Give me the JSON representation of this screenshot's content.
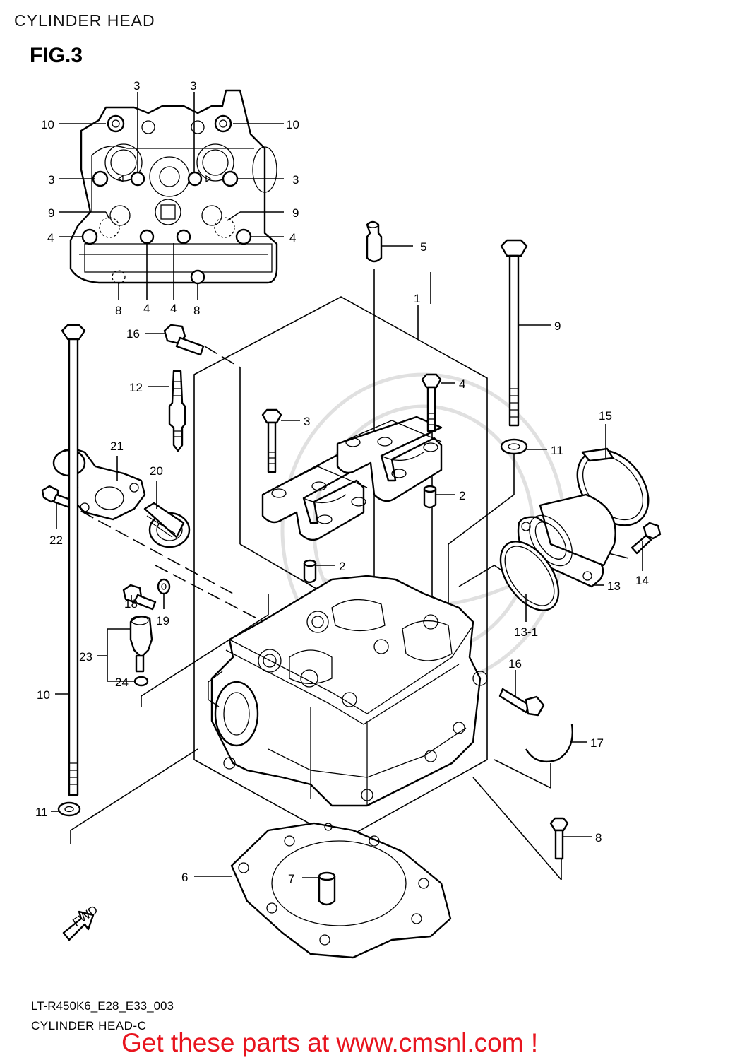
{
  "header": {
    "title": "CYLINDER HEAD",
    "figure": "FIG.3"
  },
  "footer": {
    "code": "LT-R450K6_E28_E33_003",
    "subtitle": "CYLINDER HEAD-C",
    "promo": "Get these parts at www.cmsnl.com !"
  },
  "fwd_arrow": {
    "text": "FWD"
  },
  "callouts": {
    "top_left_10": "10",
    "top_right_10": "10",
    "top_3a": "3",
    "top_3b": "3",
    "left_3": "3",
    "right_3": "3",
    "left_9": "9",
    "right_9": "9",
    "left_4": "4",
    "right_4": "4",
    "bottom_8a": "8",
    "bottom_4a": "4",
    "bottom_4b": "4",
    "bottom_8b": "8",
    "p1": "1",
    "p2a": "2",
    "p2b": "2",
    "p3": "3",
    "p4": "4",
    "p5": "5",
    "p6": "6",
    "p7": "7",
    "p8": "8",
    "p9": "9",
    "p10": "10",
    "p11a": "11",
    "p11b": "11",
    "p12": "12",
    "p13": "13",
    "p13_1": "13-1",
    "p14": "14",
    "p15": "15",
    "p16a": "16",
    "p16b": "16",
    "p17": "17",
    "p18": "18",
    "p19": "19",
    "p20": "20",
    "p21": "21",
    "p22": "22",
    "p23": "23",
    "p24": "24"
  },
  "colors": {
    "promo": "#e8141e",
    "ink": "#000000"
  }
}
